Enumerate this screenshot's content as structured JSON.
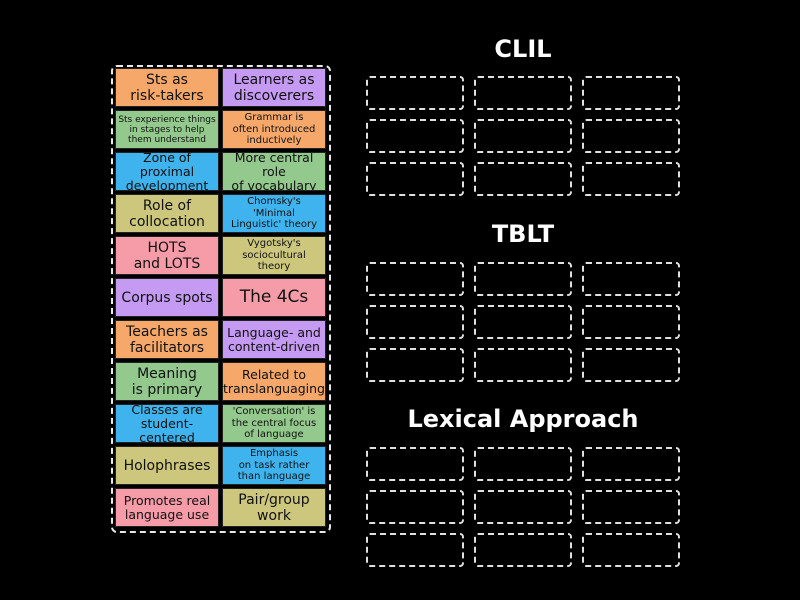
{
  "cards": [
    {
      "text": "Sts as\nrisk-takers",
      "color": "#f5a86a",
      "size": "l"
    },
    {
      "text": "Learners as\ndiscoverers",
      "color": "#c49af2",
      "size": "l"
    },
    {
      "text": "Sts experience things\nin stages to help\nthem understand",
      "color": "#93c98c",
      "size": "xs"
    },
    {
      "text": "Grammar is\noften introduced\ninductively",
      "color": "#f5a86a",
      "size": "s"
    },
    {
      "text": "Zone of proximal\ndevelopment",
      "color": "#3fb3ee",
      "size": "m"
    },
    {
      "text": "More central role\nof vocabulary",
      "color": "#93c98c",
      "size": "m"
    },
    {
      "text": "Role of\ncollocation",
      "color": "#cdc77e",
      "size": "l"
    },
    {
      "text": "Chomsky's 'Minimal\nLinguistic' theory",
      "color": "#3fb3ee",
      "size": "s"
    },
    {
      "text": "HOTS\nand LOTS",
      "color": "#f59ca8",
      "size": "l"
    },
    {
      "text": "Vygotsky's\nsociocultural theory",
      "color": "#cdc77e",
      "size": "s"
    },
    {
      "text": "Corpus spots",
      "color": "#c49af2",
      "size": "l"
    },
    {
      "text": "The 4Cs",
      "color": "#f59ca8",
      "size": "xl"
    },
    {
      "text": "Teachers as\nfacilitators",
      "color": "#f5a86a",
      "size": "l"
    },
    {
      "text": "Language- and\ncontent-driven",
      "color": "#c49af2",
      "size": "m"
    },
    {
      "text": "Meaning\nis primary",
      "color": "#93c98c",
      "size": "l"
    },
    {
      "text": "Related to\ntranslanguaging",
      "color": "#f5a86a",
      "size": "m"
    },
    {
      "text": "Classes are\nstudent-centered",
      "color": "#3fb3ee",
      "size": "m"
    },
    {
      "text": "'Conversation' is\nthe central focus\nof language",
      "color": "#93c98c",
      "size": "s"
    },
    {
      "text": "Holophrases",
      "color": "#cdc77e",
      "size": "l"
    },
    {
      "text": "Emphasis\non task rather\nthan language",
      "color": "#3fb3ee",
      "size": "s"
    },
    {
      "text": "Promotes real\nlanguage use",
      "color": "#f59ca8",
      "size": "m"
    },
    {
      "text": "Pair/group\nwork",
      "color": "#cdc77e",
      "size": "l"
    }
  ],
  "categories": [
    {
      "title": "CLIL",
      "slot_count": 9
    },
    {
      "title": "TBLT",
      "slot_count": 9
    },
    {
      "title": "Lexical Approach",
      "slot_count": 9
    }
  ]
}
